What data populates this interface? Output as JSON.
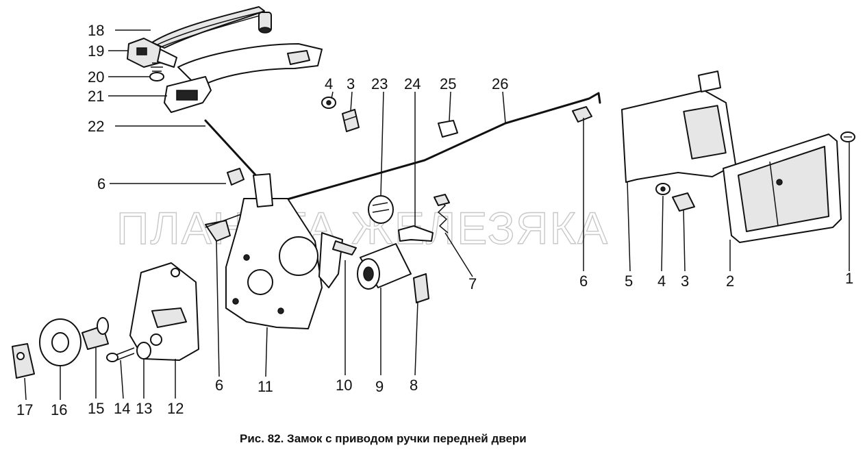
{
  "figure": {
    "caption": "Рис. 82. Замок с приводом ручки передней двери",
    "watermark": "ПЛАНЕТА ЖЕЛЕЗЯКА"
  },
  "callouts": {
    "n1": "1",
    "n2": "2",
    "n3a": "3",
    "n3b": "3",
    "n4a": "4",
    "n4b": "4",
    "n5": "5",
    "n6a": "6",
    "n6b": "6",
    "n6c": "6",
    "n7": "7",
    "n8": "8",
    "n9": "9",
    "n10": "10",
    "n11": "11",
    "n12": "12",
    "n13": "13",
    "n14": "14",
    "n15": "15",
    "n16": "16",
    "n17": "17",
    "n18": "18",
    "n19": "19",
    "n20": "20",
    "n21": "21",
    "n22": "22",
    "n23": "23",
    "n24": "24",
    "n25": "25",
    "n26": "26"
  }
}
